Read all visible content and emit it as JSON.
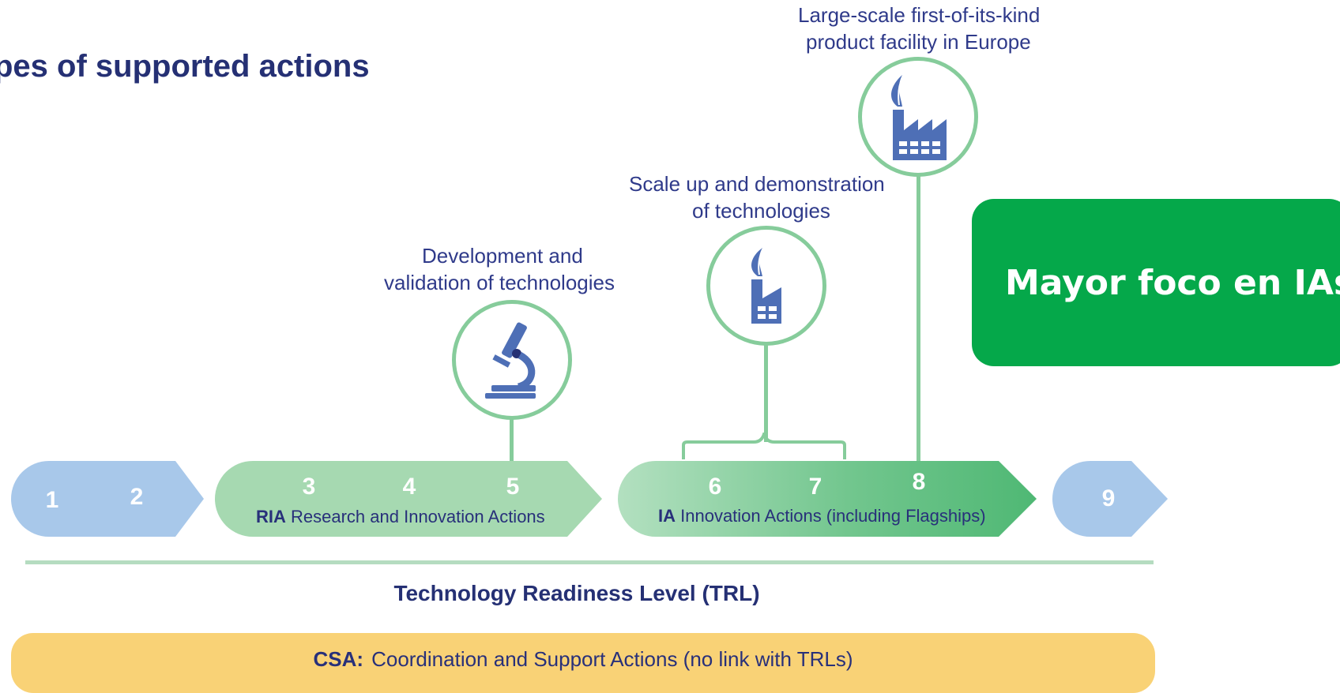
{
  "title": "pes of supported actions",
  "callout": {
    "text": "Mayor foco en IAs",
    "color": "#05a84a"
  },
  "stages": [
    {
      "caption_line1": "Development and",
      "caption_line2": "validation of technologies",
      "icon": "microscope-icon"
    },
    {
      "caption_line1": "Scale up and demonstration",
      "caption_line2": "of technologies",
      "icon": "small-factory-icon"
    },
    {
      "caption_line1": "Large-scale first-of-its-kind",
      "caption_line2": "product facility in Europe",
      "icon": "large-factory-icon"
    }
  ],
  "trl_arrows": [
    {
      "numbers": [
        "1",
        "2"
      ],
      "color": "#a8c8ea"
    },
    {
      "numbers": [
        "3",
        "4",
        "5"
      ],
      "label_bold": "RIA",
      "label_text": "Research and Innovation Actions",
      "color": "#a6d9b1"
    },
    {
      "numbers": [
        "6",
        "7",
        "8"
      ],
      "label_bold": "IA",
      "label_text": "Innovation Actions (including Flagships)",
      "color": "#6cc489"
    },
    {
      "numbers": [
        "9"
      ],
      "color": "#a8c8ea"
    }
  ],
  "axis_label": "Technology Readiness Level (TRL)",
  "csa": {
    "label_bold": "CSA:",
    "label_text": "Coordination and Support Actions (no link with TRLs)",
    "color": "#f9d276"
  }
}
